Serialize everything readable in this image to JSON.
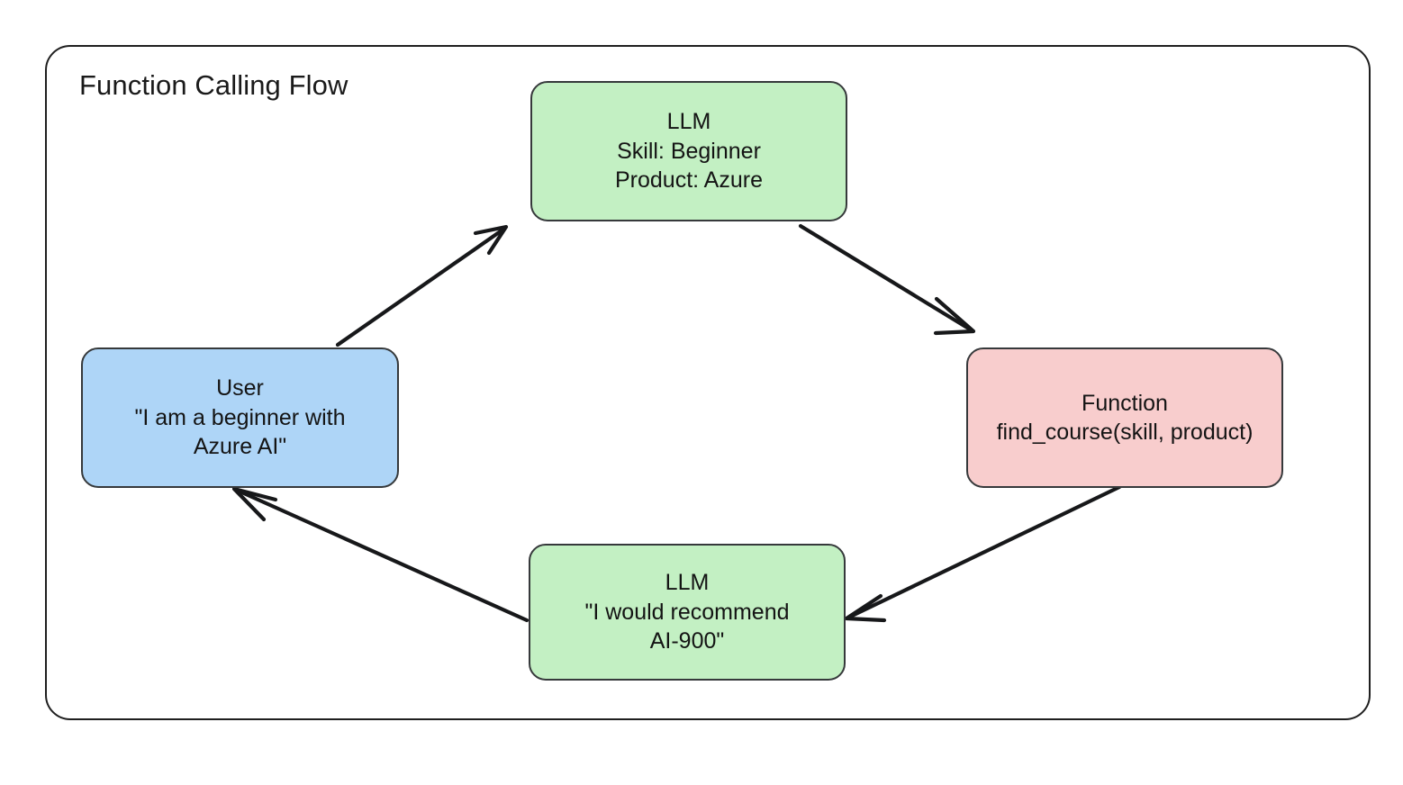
{
  "diagram": {
    "title": "Function Calling Flow",
    "background_color": "#ffffff",
    "frame_border_color": "#1f1f1f",
    "nodes": [
      {
        "id": "llm-parse",
        "role": "LLM parses user intent into parameters",
        "fill": "#c3f0c3",
        "stroke": "#36393b",
        "lines": [
          "LLM",
          "Skill: Beginner",
          "Product: Azure"
        ]
      },
      {
        "id": "user",
        "role": "User utterance",
        "fill": "#aed5f7",
        "stroke": "#36393b",
        "lines": [
          "User",
          "\"I am a beginner with",
          "Azure AI\""
        ]
      },
      {
        "id": "function",
        "role": "Function invocation",
        "fill": "#f8cdcd",
        "stroke": "#36393b",
        "lines": [
          "Function",
          "find_course(skill, product)"
        ]
      },
      {
        "id": "llm-answer",
        "role": "LLM final answer",
        "fill": "#c3f0c3",
        "stroke": "#36393b",
        "lines": [
          "LLM",
          "\"I would recommend",
          "AI-900\""
        ]
      }
    ],
    "edges": [
      {
        "id": "user-to-llm-parse",
        "from": "user",
        "to": "llm-parse",
        "label": "",
        "arrowhead": "open-v"
      },
      {
        "id": "llm-parse-to-function",
        "from": "llm-parse",
        "to": "function",
        "label": "",
        "arrowhead": "open-v"
      },
      {
        "id": "function-to-llm-answer",
        "from": "function",
        "to": "llm-answer",
        "label": "",
        "arrowhead": "open-v"
      },
      {
        "id": "llm-answer-to-user",
        "from": "llm-answer",
        "to": "user",
        "label": "",
        "arrowhead": "open-v"
      }
    ]
  }
}
